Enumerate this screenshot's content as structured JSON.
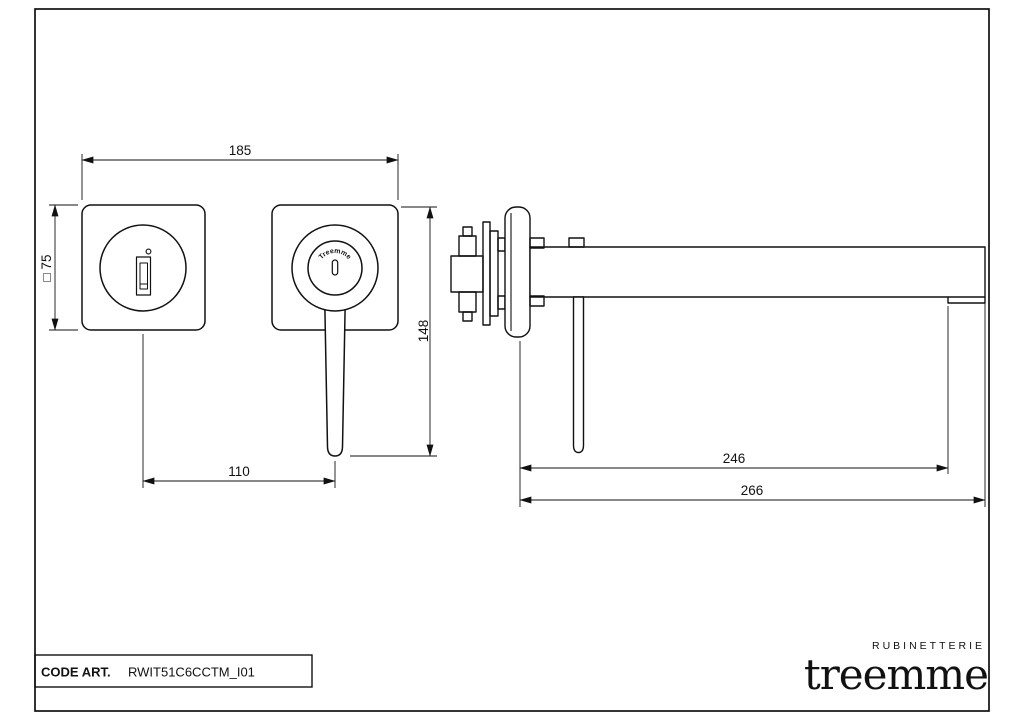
{
  "page": {
    "title_block": {
      "label": "CODE ART.",
      "code": "RWIT51C6CCTM_I01"
    },
    "brand": {
      "sub": "RUBINETTERIE",
      "name": "treemme"
    }
  },
  "drawing": {
    "handle_brand": "Treemme",
    "dims": {
      "width": "185",
      "square": "□ 75",
      "height": "148",
      "spacing": "110",
      "reach": "246",
      "total": "266"
    }
  }
}
